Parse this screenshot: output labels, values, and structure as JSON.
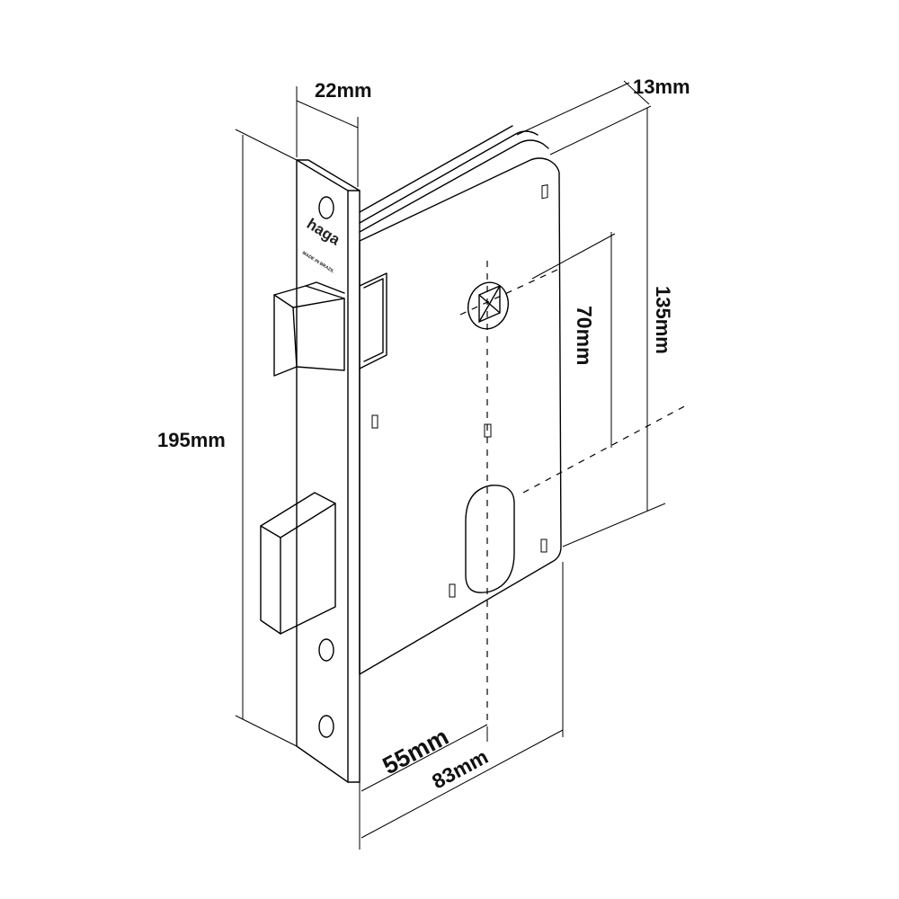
{
  "brand": "haga",
  "made_in": "MADE IN BRAZIL",
  "dimensions": {
    "faceplate_width": "22mm",
    "depth_offset": "13mm",
    "total_height": "195mm",
    "case_height": "135mm",
    "center_distance": "70mm",
    "backset": "55mm",
    "case_depth": "83mm"
  }
}
